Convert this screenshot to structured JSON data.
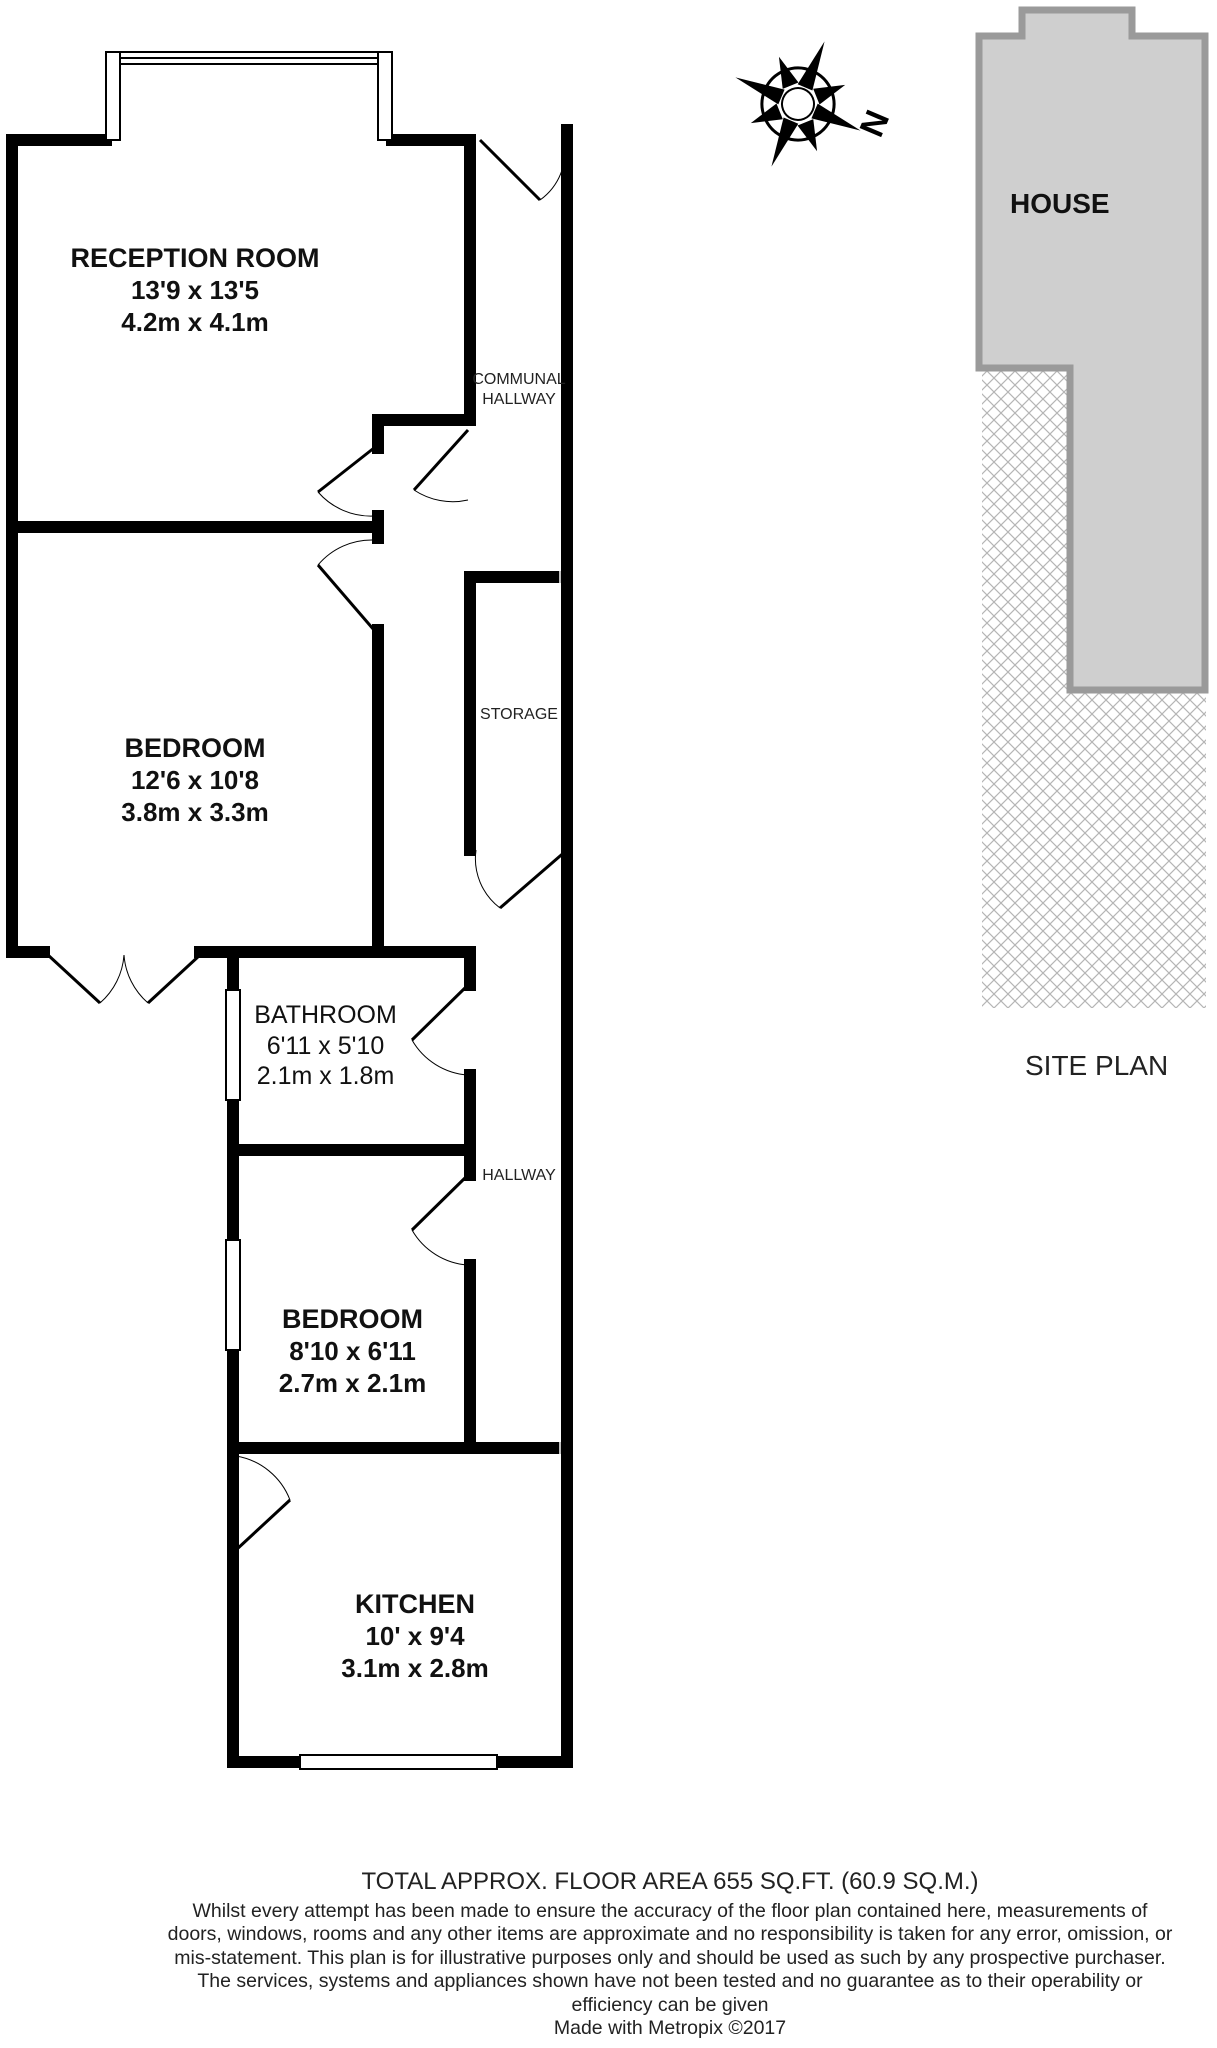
{
  "rooms": {
    "reception": {
      "name": "RECEPTION ROOM",
      "imperial": "13'9 x 13'5",
      "metric": "4.2m x 4.1m"
    },
    "bedroom1": {
      "name": "BEDROOM",
      "imperial": "12'6 x 10'8",
      "metric": "3.8m x 3.3m"
    },
    "bathroom": {
      "name": "BATHROOM",
      "imperial": "6'11 x 5'10",
      "metric": "2.1m x 1.8m"
    },
    "bedroom2": {
      "name": "BEDROOM",
      "imperial": "8'10 x 6'11",
      "metric": "2.7m x 2.1m"
    },
    "kitchen": {
      "name": "KITCHEN",
      "imperial": "10' x 9'4",
      "metric": "3.1m x 2.8m"
    }
  },
  "areas": {
    "communal_line1": "COMMUNAL",
    "communal_line2": "HALLWAY",
    "storage": "STORAGE",
    "hallway": "HALLWAY"
  },
  "site": {
    "house": "HOUSE",
    "site_plan": "SITE PLAN",
    "compass_letter": "N"
  },
  "footer": {
    "total_area": "TOTAL APPROX. FLOOR AREA 655 SQ.FT. (60.9 SQ.M.)",
    "disclaimer": "Whilst every attempt has been made to ensure the accuracy of the floor plan contained here, measurements of doors, windows, rooms and any other items are approximate and no responsibility is taken for any error, omission, or mis-statement. This plan is for illustrative purposes only and should be used as such by any prospective purchaser. The services, systems and appliances shown have not been tested and no guarantee as to their operability or efficiency can be given",
    "credit": "Made with Metropix ©2017"
  },
  "colors": {
    "wall": "#000000",
    "house_fill": "#cfcfcf",
    "house_stroke": "#9a9a9a",
    "hatch": "#b5b5b5"
  }
}
